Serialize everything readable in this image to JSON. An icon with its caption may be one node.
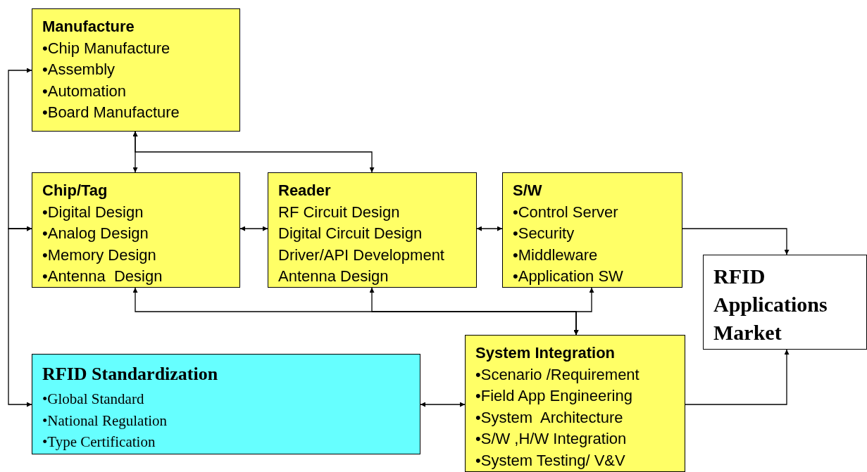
{
  "diagram": {
    "nodes": [
      {
        "text": [
          "Manufacture",
          "•Chip Manufacture",
          "•Assembly",
          "•Automation",
          "•Board Manufacture"
        ]
      },
      {
        "text": [
          "Chip/Tag",
          "•Digital Design",
          "•Analog Design",
          "•Memory Design",
          "•Antenna  Design"
        ]
      },
      {
        "text": [
          "Reader",
          "RF Circuit Design",
          "Digital Circuit Design",
          "Driver/API Development",
          "Antenna Design"
        ]
      },
      {
        "text": [
          "S/W",
          "•Control Server",
          "•Security",
          "•Middleware",
          "•Application SW"
        ]
      },
      {
        "text": [
          "RFID Applications Market"
        ]
      },
      {
        "text": [
          "System Integration",
          "•Scenario /Requirement",
          "•Field App Engineering",
          "•System  Architecture",
          "•S/W ,H/W Integration",
          "•System Testing/ V&V"
        ]
      },
      {
        "text": [
          "RFID Standardization",
          "•Global Standard",
          "•National Regulation",
          "•Type Certification"
        ]
      }
    ],
    "edges": [
      {
        "from": 1,
        "to": 0,
        "arrow": "both"
      },
      {
        "from": 1,
        "to": 6,
        "arrow": "both"
      },
      {
        "from": 0,
        "to": 1,
        "arrow": "both"
      },
      {
        "from": 0,
        "to": 2,
        "arrow": "both"
      },
      {
        "from": 1,
        "to": 2,
        "arrow": "both"
      },
      {
        "from": 2,
        "to": 3,
        "arrow": "both"
      },
      {
        "from": 3,
        "to": 4,
        "arrow": "to"
      },
      {
        "from": 5,
        "to": 1,
        "arrow": "both"
      },
      {
        "from": 5,
        "to": 2,
        "arrow": "both"
      },
      {
        "from": 5,
        "to": 3,
        "arrow": "both"
      },
      {
        "from": 6,
        "to": 5,
        "arrow": "both"
      },
      {
        "from": 5,
        "to": 4,
        "arrow": "to"
      }
    ]
  }
}
